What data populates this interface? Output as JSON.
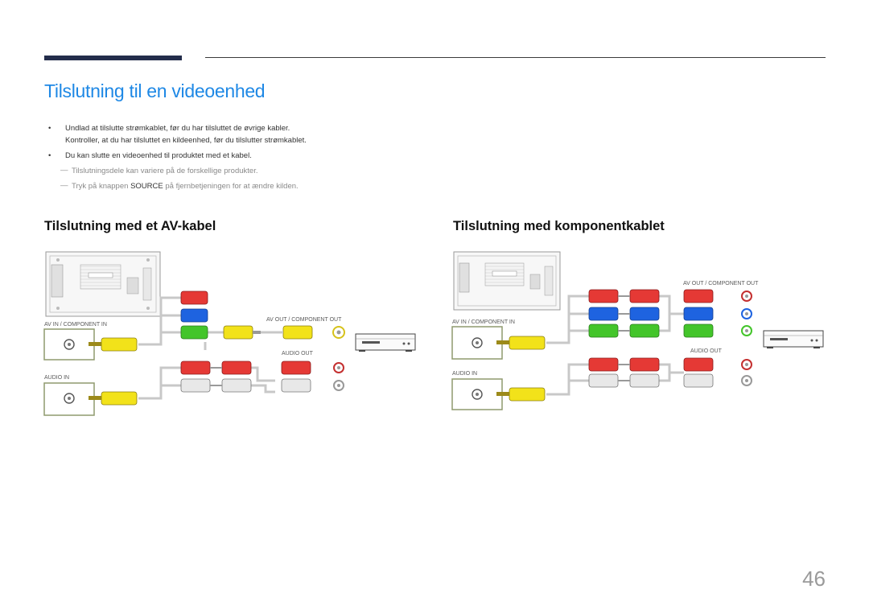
{
  "page": {
    "title": "Tilslutning til en videoenhed",
    "page_number": "46"
  },
  "bullets": [
    {
      "text": "Undlad at tilslutte strømkablet, før du har tilsluttet de øvrige kabler.\nKontroller, at du har tilsluttet en kildeenhed, før du tilslutter strømkablet."
    },
    {
      "text": "Du kan slutte en videoenhed til produktet med et kabel."
    }
  ],
  "notes": [
    {
      "text": "Tilslutningsdele kan variere på de forskellige produkter."
    },
    {
      "pre": "Tryk på knappen ",
      "key": "SOURCE",
      "post": " på fjernbetjeningen for at ændre kilden."
    }
  ],
  "sections": {
    "left": {
      "heading": "Tilslutning med et AV-kabel",
      "labels": {
        "av_in": "AV IN / COMPONENT IN",
        "audio_in": "AUDIO IN",
        "av_out": "AV OUT / COMPONENT OUT",
        "audio_out": "AUDIO OUT"
      }
    },
    "right": {
      "heading": "Tilslutning med komponentkablet",
      "labels": {
        "av_in": "AV IN / COMPONENT IN",
        "audio_in": "AUDIO IN",
        "av_out": "AV OUT / COMPONENT OUT",
        "audio_out": "AUDIO OUT"
      }
    }
  },
  "colors": {
    "accent": "#1e88e5",
    "header_bar": "#232d4b",
    "red": "#e53935",
    "blue": "#1e63e0",
    "green": "#43c52a",
    "yellow": "#f2e21a",
    "white_plug": "#e8e8e8",
    "port_frame": "#8f9a6e"
  }
}
